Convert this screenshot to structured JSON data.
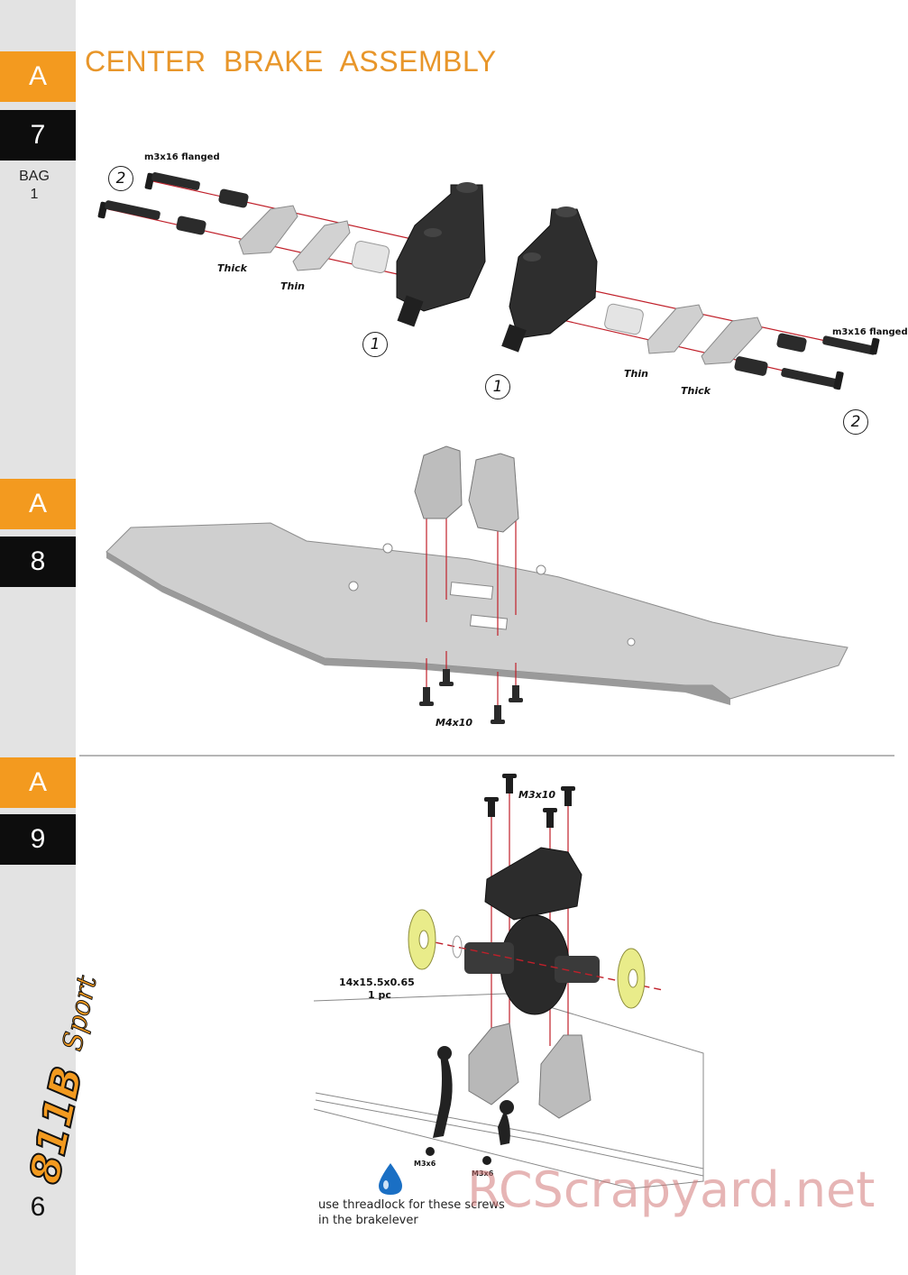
{
  "page": {
    "title": "CENTER BRAKE ASSEMBLY",
    "page_number": "6",
    "bag_label": "BAG",
    "bag_number": "1"
  },
  "steps": [
    {
      "letter": "A",
      "number": "7"
    },
    {
      "letter": "A",
      "number": "8"
    },
    {
      "letter": "A",
      "number": "9"
    }
  ],
  "step7_labels": {
    "flanged_screw_left": "m3x16 flanged",
    "flanged_screw_right": "m3x16 flanged",
    "thick_left": "Thick",
    "thin_left": "Thin",
    "thin_right": "Thin",
    "thick_right": "Thick",
    "callout_1": "1",
    "callout_2": "2"
  },
  "step8_labels": {
    "screw": "M4x10"
  },
  "step9_labels": {
    "screw_top": "M3x10",
    "oring_size": "14x15.5x0.65",
    "oring_qty": "1 pc",
    "screw_left": "M3x6",
    "screw_right": "M3x6",
    "note_line1": "use threadlock for these screws",
    "note_line2": "in the brakelever"
  },
  "brand": {
    "logo_text": "811B Sport"
  },
  "watermark": "RCScrapyard.net",
  "colors": {
    "accent": "#f39a1f",
    "title": "#e8962a",
    "dark_tab": "#0d0d0d",
    "sidebar": "#e3e3e3"
  }
}
